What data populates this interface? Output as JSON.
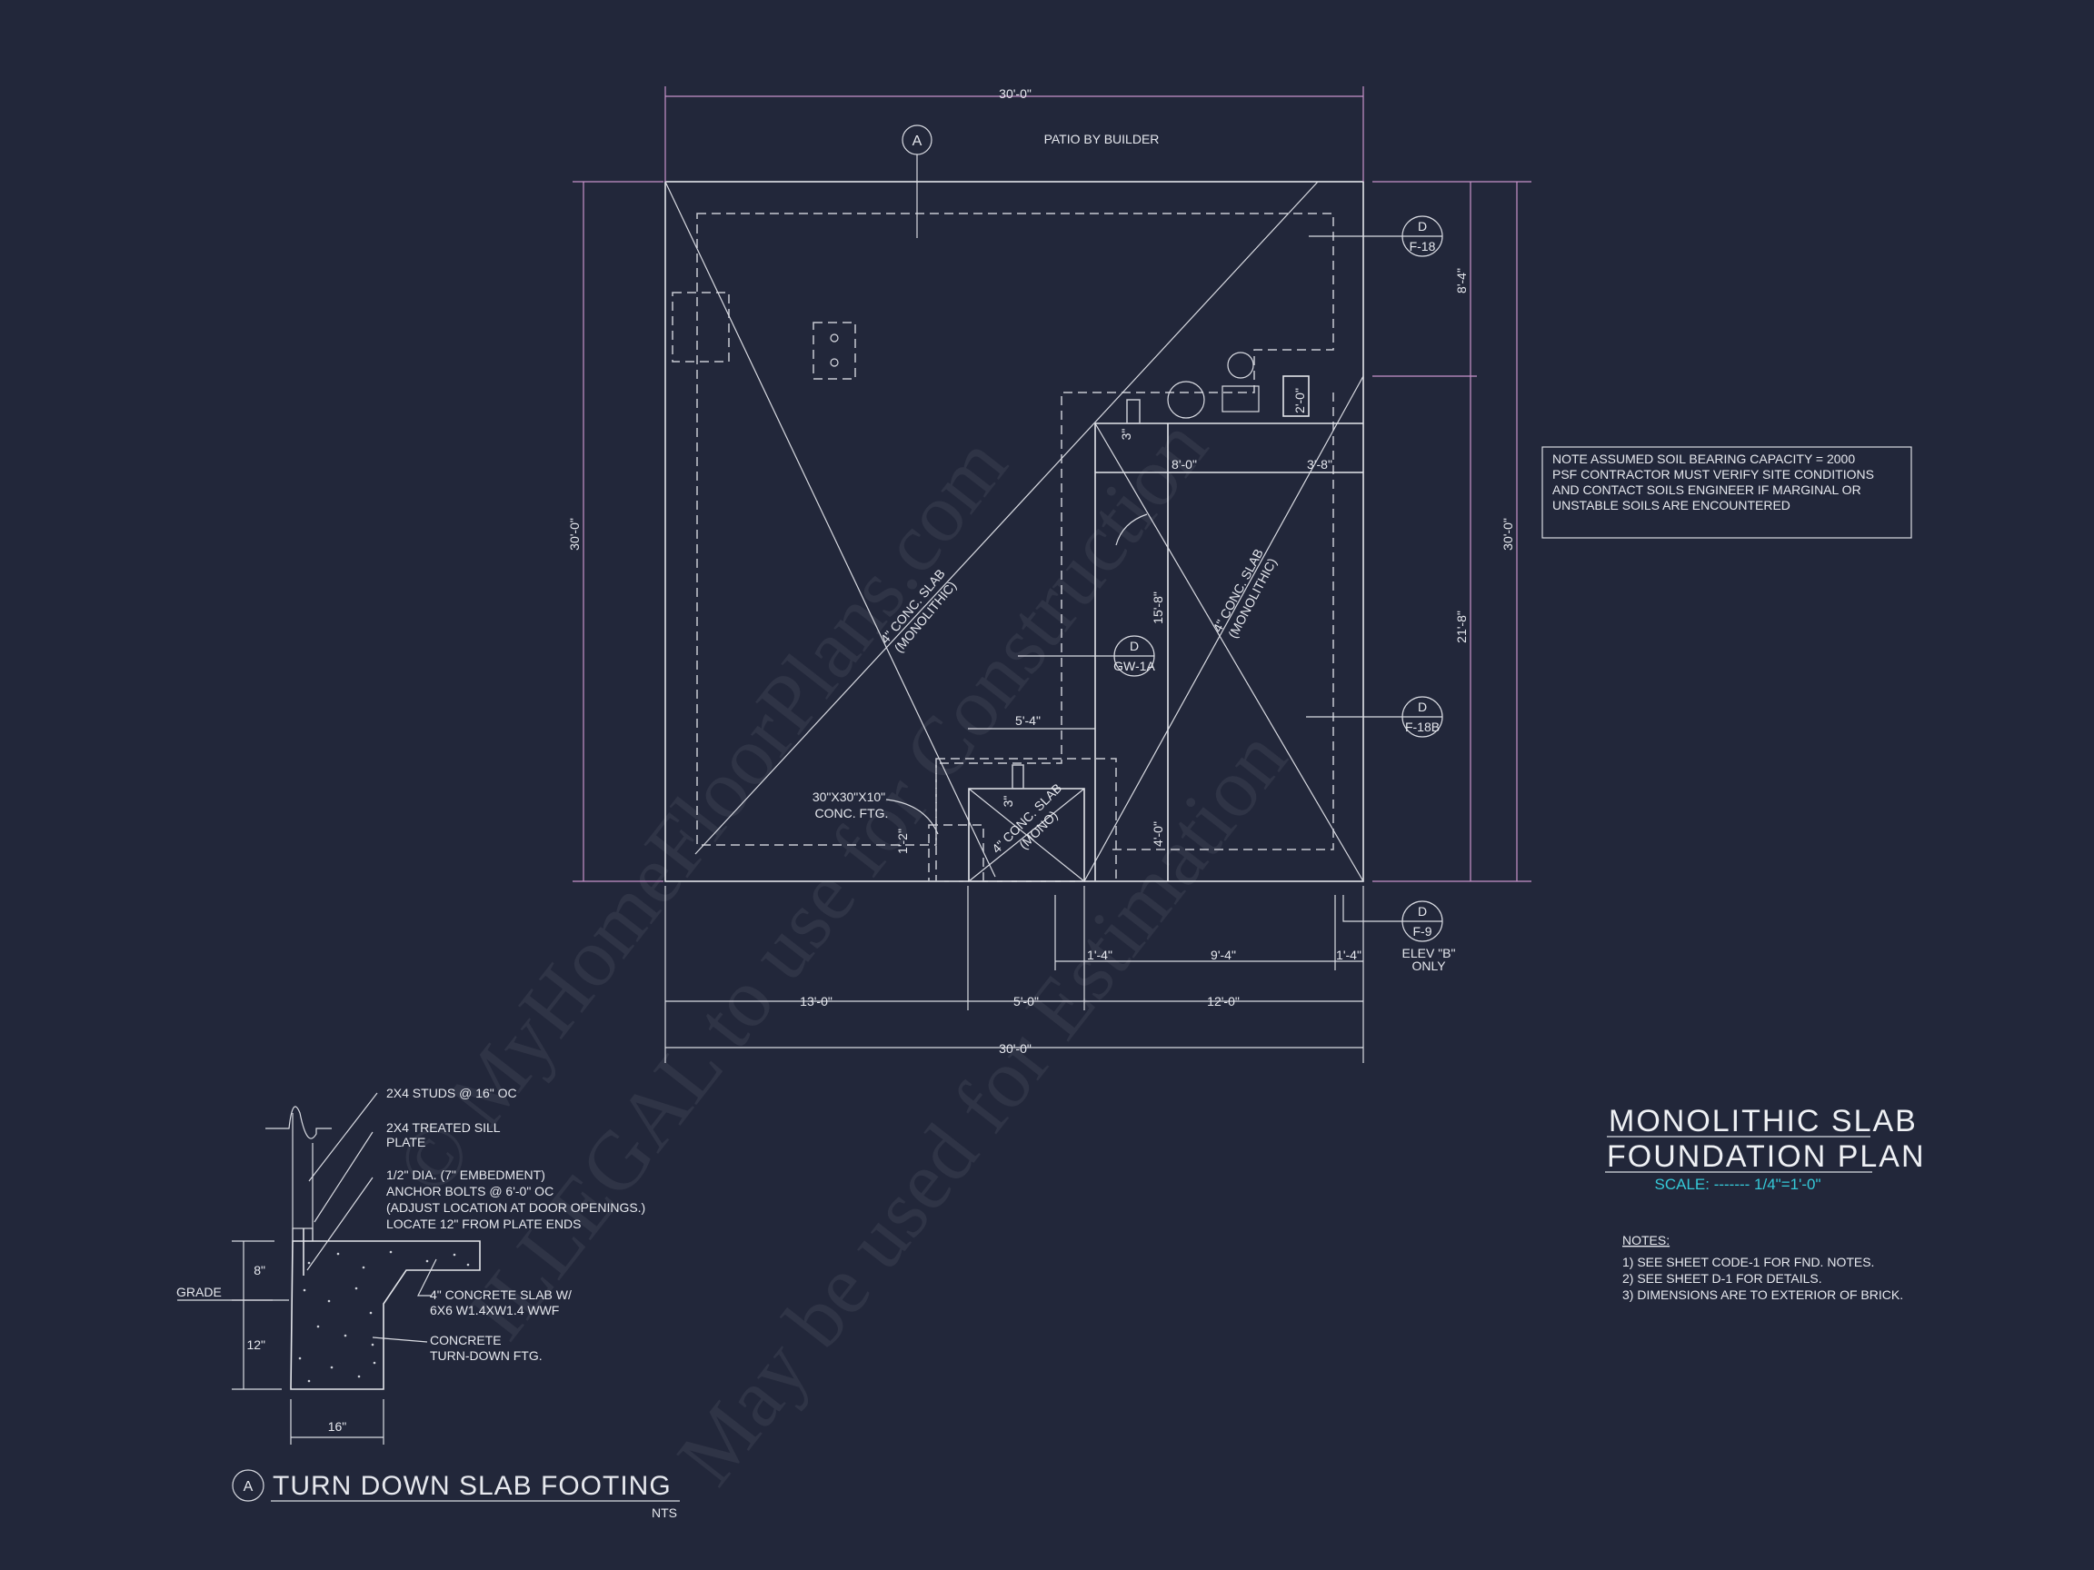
{
  "plan": {
    "patio_label": "PATIO BY BUILDER",
    "section_marker": "A",
    "dims": {
      "top_overall": "30'-0\"",
      "bottom_overall": "30'-0\"",
      "left_overall": "30'-0\"",
      "right_overall": "30'-0\"",
      "right_upper": "8'-4\"",
      "right_lower": "21'-8\"",
      "bottom_seg1": "13'-0\"",
      "bottom_seg2": "5'-0\"",
      "bottom_seg3": "12'-0\"",
      "sub_seg1": "1'-4\"",
      "sub_seg2": "9'-4\"",
      "sub_seg3": "1'-4\"",
      "inner_8_0": "8'-0\"",
      "inner_3_8": "3'-8\"",
      "inner_2_0": "2'-0\"",
      "inner_3in_a": "3\"",
      "inner_15_8": "15'-8\"",
      "inner_4_0": "4'-0\"",
      "inner_5_4": "5'-4\"",
      "inner_1_2": "1'-2\"",
      "inner_3in_b": "3\""
    },
    "slab_labels": [
      {
        "line1": "4\" CONC. SLAB",
        "line2": "(MONOLITHIC)"
      },
      {
        "line1": "4\" CONC. SLAB",
        "line2": "(MONOLITHIC)"
      },
      {
        "line1": "4\" CONC. SLAB",
        "line2": "(MONO)"
      }
    ],
    "footing_label": {
      "line1": "30\"x30\"x10\"",
      "line2": "CONC. FTG."
    },
    "details": [
      {
        "top": "D",
        "bottom": "F-18"
      },
      {
        "top": "D",
        "bottom": "GW-1A"
      },
      {
        "top": "D",
        "bottom": "F-18B"
      },
      {
        "top": "D",
        "bottom": "F-9"
      }
    ],
    "elev_note": {
      "line1": "ELEV \"B\"",
      "line2": "ONLY"
    }
  },
  "soil_note": [
    "NOTE ASSUMED SOIL BEARING CAPACITY = 2000",
    "PSF CONTRACTOR MUST VERIFY SITE CONDITIONS",
    "AND CONTACT SOILS ENGINEER IF MARGINAL OR",
    "UNSTABLE SOILS ARE ENCOUNTERED"
  ],
  "title": {
    "line1": "MONOLITHIC SLAB",
    "line2": "FOUNDATION PLAN",
    "scale": "SCALE: ------- 1/4\"=1'-0\""
  },
  "notes": {
    "heading": "NOTES:",
    "items": [
      "1)  SEE SHEET CODE-1 FOR FND. NOTES.",
      "2)  SEE SHEET D-1 FOR DETAILS.",
      "3)  DIMENSIONS ARE TO EXTERIOR OF BRICK."
    ]
  },
  "detail_a": {
    "marker": "A",
    "title": "TURN DOWN SLAB FOOTING",
    "scale": "NTS",
    "callouts": [
      [
        "2x4 STUDS @ 16\" OC"
      ],
      [
        "2x4 TREATED SILL",
        "PLATE"
      ],
      [
        "1/2\" DIA. (7\" EMBEDMENT)",
        "ANCHOR BOLTS @ 6'-0\" OC",
        "(ADJUST LOCATION AT DOOR OPENINGS.)",
        "LOCATE 12\" FROM PLATE ENDS"
      ],
      [
        "4\" CONCRETE SLAB W/",
        "6x6 W1.4xW1.4 WWF"
      ],
      [
        "CONCRETE",
        "TURN-DOWN FTG."
      ]
    ],
    "dim_8": "8\"",
    "dim_12": "12\"",
    "dim_16": "16\"",
    "grade": "GRADE"
  },
  "watermark": [
    "© MyHomeFloorPlans.com",
    "ILLEGAL to use for Construction",
    "May be used for Estimation"
  ]
}
